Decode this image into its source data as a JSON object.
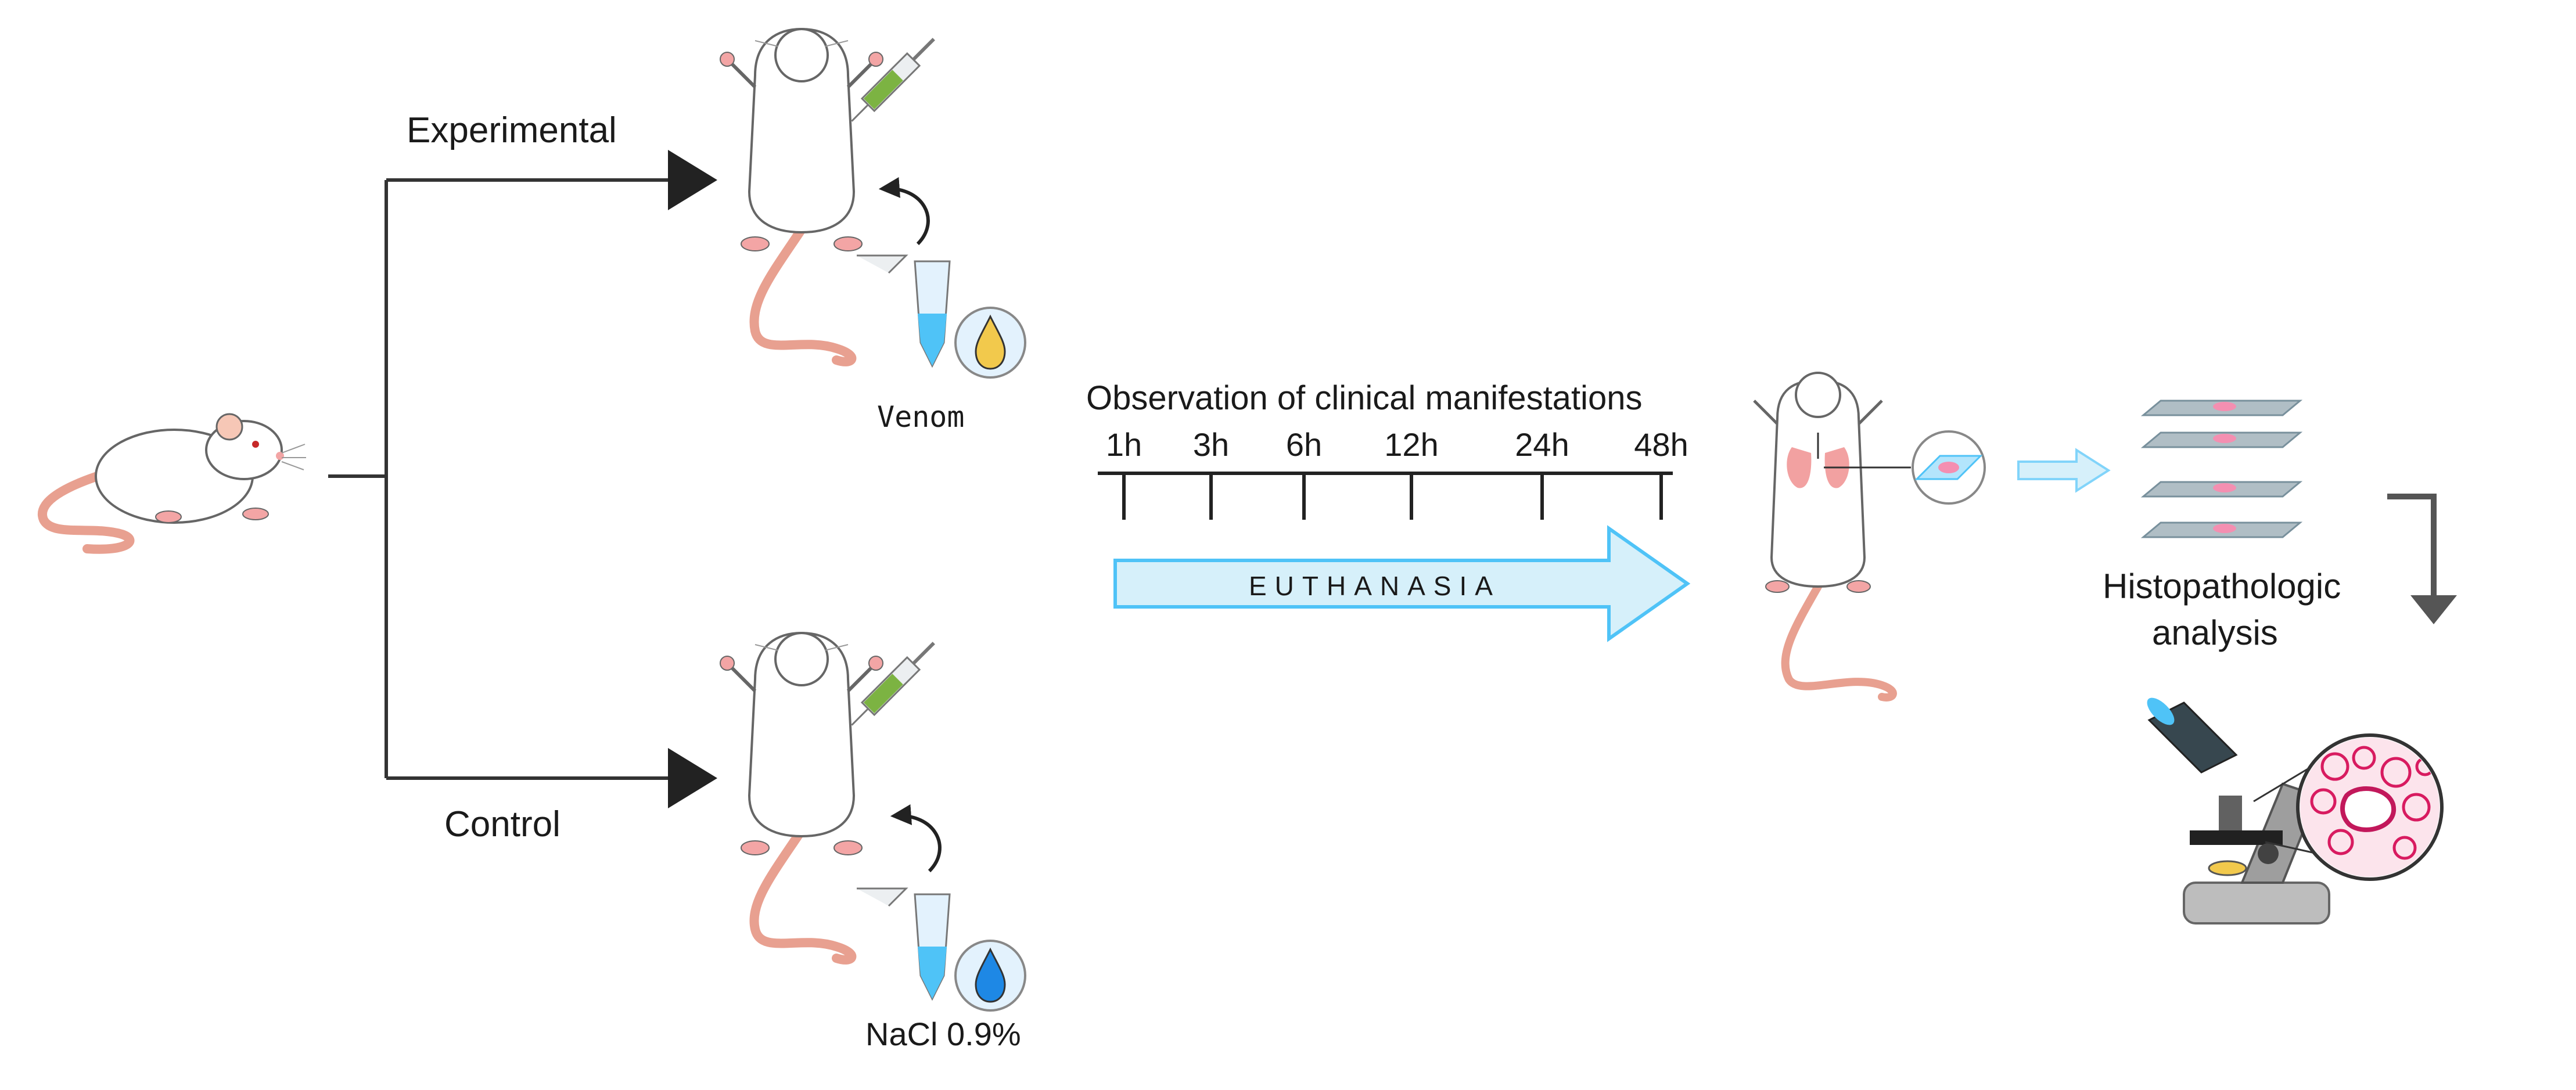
{
  "branches": {
    "experimental_label": "Experimental",
    "control_label": "Control"
  },
  "substances": {
    "venom_label": "Venom",
    "saline_label": "NaCl 0.9%"
  },
  "timeline": {
    "title": "Observation of clinical manifestations",
    "timepoints": [
      "1h",
      "3h",
      "6h",
      "12h",
      "24h",
      "48h"
    ]
  },
  "euthanasia_label": "EUTHANASIA",
  "histo_label_line1": "Histopathologic",
  "histo_label_line2": "analysis",
  "colors": {
    "line": "#333333",
    "rat_body": "#ffffff",
    "rat_outline": "#555555",
    "tail": "#e8a090",
    "syringe_liquid": "#7cb342",
    "tube_blue": "#4fc3f7",
    "venom_drop": "#f2c94c",
    "saline_drop": "#1e88e5",
    "euthanasia_arrow": "#d6f0fa",
    "lung": "#f2a1a1",
    "slide": "#b0bec5",
    "tissue": "#f48fb1"
  }
}
